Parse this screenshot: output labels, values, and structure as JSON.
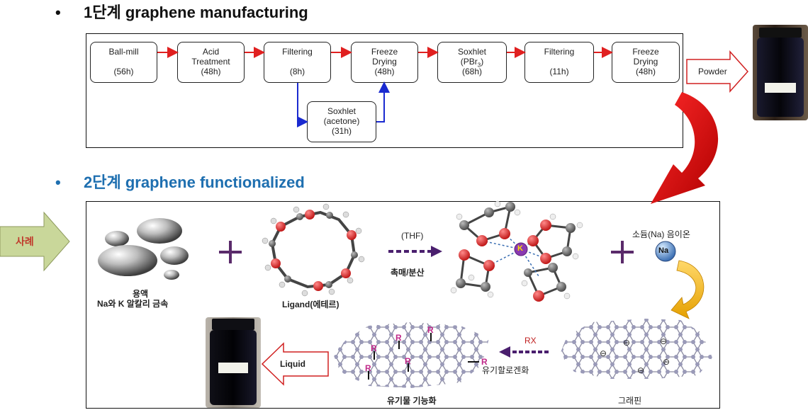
{
  "headings": {
    "step1": "1단계 graphene manufacturing",
    "step2": "2단계 graphene functionalized",
    "bullet": "•"
  },
  "process_steps": [
    {
      "name": "Ball-mill",
      "duration": "(56h)"
    },
    {
      "name": "Acid\nTreatment",
      "duration": "(48h)"
    },
    {
      "name": "Filtering",
      "duration": "(8h)"
    },
    {
      "name": "Freeze\nDrying",
      "duration": "(48h)"
    },
    {
      "name": "Soxhlet\n(PBr3)",
      "duration": "(68h)"
    },
    {
      "name": "Filtering",
      "duration": "(11h)"
    },
    {
      "name": "Freeze\nDrying",
      "duration": "(48h)"
    }
  ],
  "branch_step": {
    "name": "Soxhlet\n(acetone)",
    "duration": "(31h)"
  },
  "powder_label": "Powder",
  "example_label": "사례",
  "stage2": {
    "metal_label_line1": "용액",
    "metal_label_line2": "Na와 K 알칼리 금속",
    "ligand_label": "Ligand(에테르)",
    "solvent_top": "(THF)",
    "solvent_bottom": "촉매/분산",
    "potassium": "K",
    "sodium_ion_label": "소듐(Na) 음이온",
    "sodium": "Na",
    "graphene_label": "그래핀",
    "rx_label": "RX",
    "halogenation_label": "유기할로겐화",
    "functionalized_label": "유기물 기능화",
    "r_group": "R",
    "negative": "⊖",
    "liquid_label": "Liquid"
  },
  "colors": {
    "heading2": "#1e6fb0",
    "red_arrow": "#e02020",
    "blue_arrow": "#1a2ad0",
    "example_arrow": "#c9d79a",
    "example_text": "#c0392b",
    "dashed_arrow": "#4a1f6e",
    "plus": "#5a2a6a"
  }
}
